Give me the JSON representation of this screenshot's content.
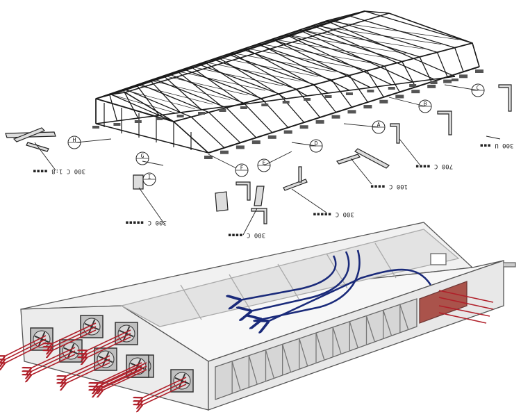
{
  "exploded_view": {
    "callouts": [
      {
        "id": "A",
        "mark": "A"
      },
      {
        "id": "B",
        "mark": "B"
      },
      {
        "id": "C",
        "mark": "C"
      },
      {
        "id": "D",
        "mark": "D"
      },
      {
        "id": "E",
        "mark": "E"
      },
      {
        "id": "F",
        "mark": "F"
      },
      {
        "id": "G",
        "mark": "G"
      },
      {
        "id": "H",
        "mark": "H"
      },
      {
        "id": "I",
        "mark": "I"
      }
    ],
    "detail_labels": [
      {
        "id": "d1",
        "text": "300 C 1:8 ▪▪▪▪"
      },
      {
        "id": "d2",
        "text": "300 C ▪▪▪▪▪"
      },
      {
        "id": "d3",
        "text": "300 C ▪▪▪▪"
      },
      {
        "id": "d4",
        "text": "300 C ▪▪▪▪▪"
      },
      {
        "id": "d5",
        "text": "100 C ▪▪▪▪"
      },
      {
        "id": "d6",
        "text": "700 C ▪▪▪▪"
      },
      {
        "id": "d7",
        "text": "300 U ▪▪▪"
      }
    ]
  },
  "ventilation_view": {
    "fan_count": 8,
    "airflow": {
      "intake_color": "#1a2a7a",
      "exhaust_color": "#b0202a",
      "pad_color": "#a03a30"
    }
  }
}
